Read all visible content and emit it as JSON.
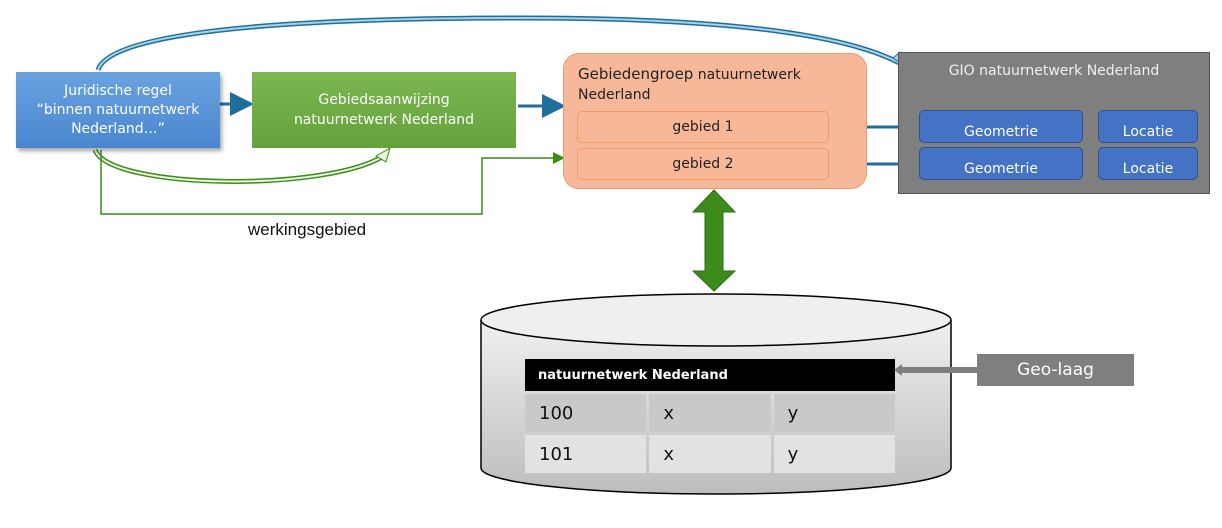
{
  "diagram": {
    "juridische_regel": {
      "line1": "Juridische regel",
      "line2": "“binnen natuurnetwerk",
      "line3": "Nederland…”"
    },
    "gebiedsaanwijzing": {
      "line1": "Gebiedsaanwijzing",
      "line2": "natuurnetwerk Nederland"
    },
    "gebiedengroep": {
      "title_bold": "Gebiedengroep",
      "title_rest": " natuurnetwerk Nederland",
      "gebieden": [
        "gebied 1",
        "gebied 2"
      ]
    },
    "gio": {
      "title": "GIO natuurnetwerk Nederland",
      "rows": [
        {
          "geometrie": "Geometrie",
          "locatie": "Locatie"
        },
        {
          "geometrie": "Geometrie",
          "locatie": "Locatie"
        }
      ]
    },
    "werkingsgebied_label": "werkingsgebied",
    "database": {
      "table_title": "natuurnetwerk Nederland",
      "rows": [
        [
          "100",
          "x",
          "y"
        ],
        [
          "101",
          "x",
          "y"
        ]
      ]
    },
    "geo_laag_label": "Geo-laag",
    "colors": {
      "blue_box": "#5b9bd5",
      "green_box": "#70ad47",
      "orange_group": "#f4b183",
      "gio_grey": "#7f7f7f",
      "gio_cells": "#4472c4",
      "arrow_blue": "#1f6f9a",
      "arrow_green": "#3c8c1c"
    }
  }
}
